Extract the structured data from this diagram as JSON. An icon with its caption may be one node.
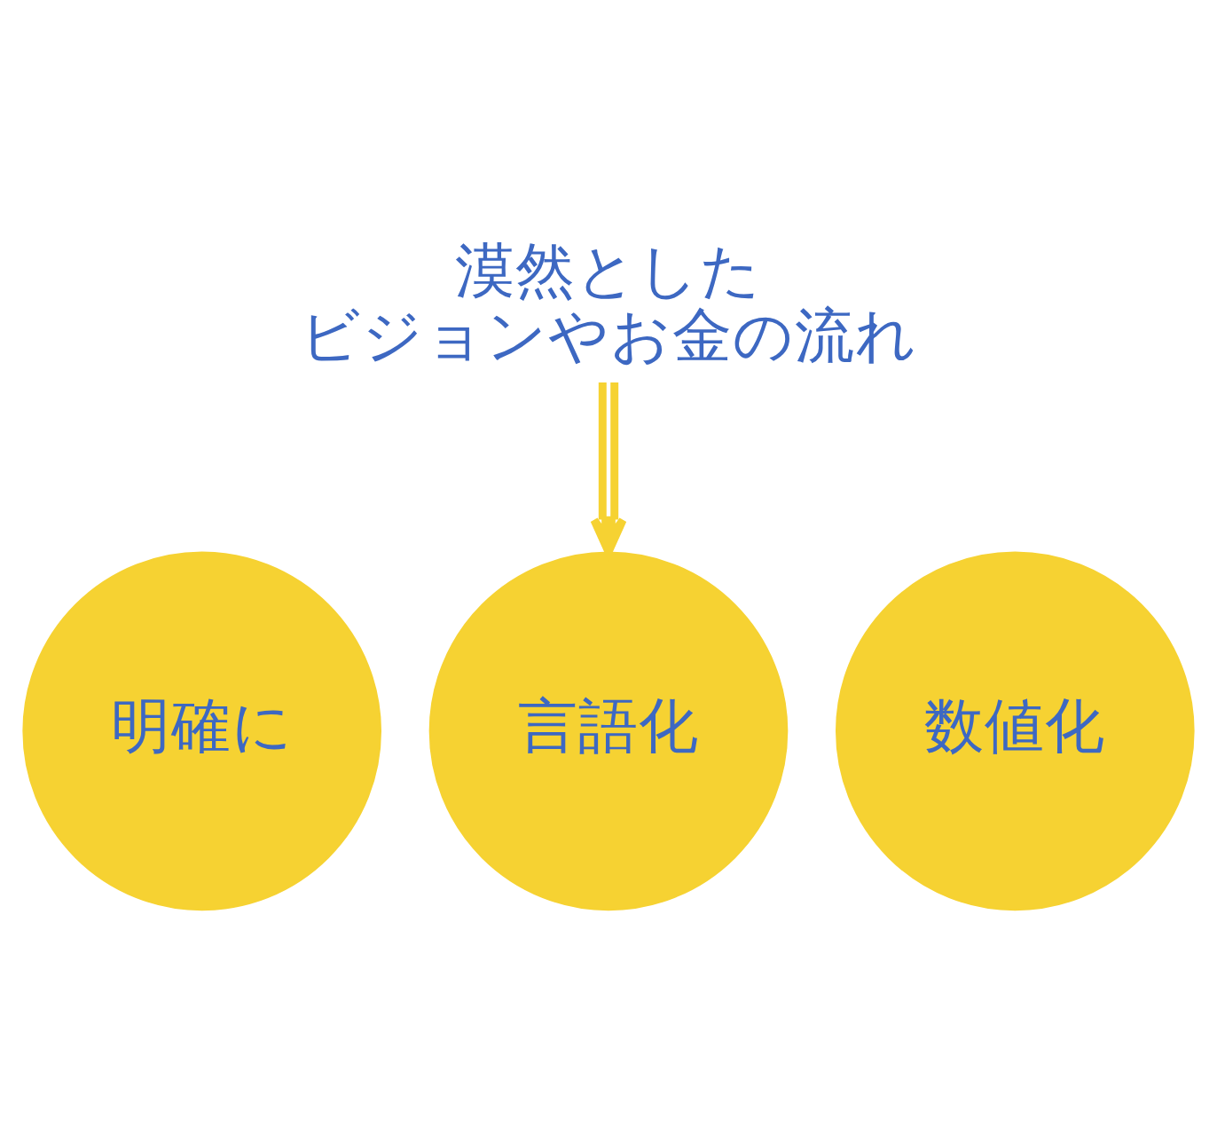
{
  "diagram": {
    "nodes": [
      {
        "text": [
          "漠然としたビジョンやお金の流れ"
        ]
      },
      {
        "text": [
          "明確に"
        ]
      },
      {
        "text": [
          "言語化"
        ]
      },
      {
        "text": [
          "数値化"
        ]
      }
    ],
    "edges": [
      {
        "from": 0,
        "to": 2,
        "arrow": "to"
      }
    ]
  }
}
